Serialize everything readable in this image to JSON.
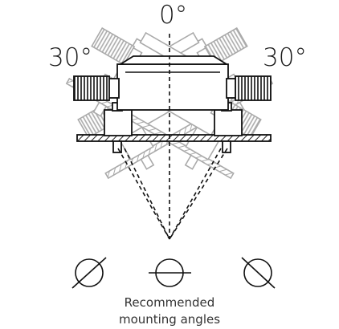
{
  "labels": {
    "top_angle": "0°",
    "left_angle": "30°",
    "right_angle": "30°"
  },
  "caption": {
    "line1": "Recommended",
    "line2": "mounting angles"
  },
  "colors": {
    "ink": "#1a1a1a",
    "ghost": "#a8a8a8",
    "hatch": "#8c6d3a"
  },
  "icons": [
    "angle-symbol-left",
    "angle-symbol-center",
    "angle-symbol-right"
  ]
}
